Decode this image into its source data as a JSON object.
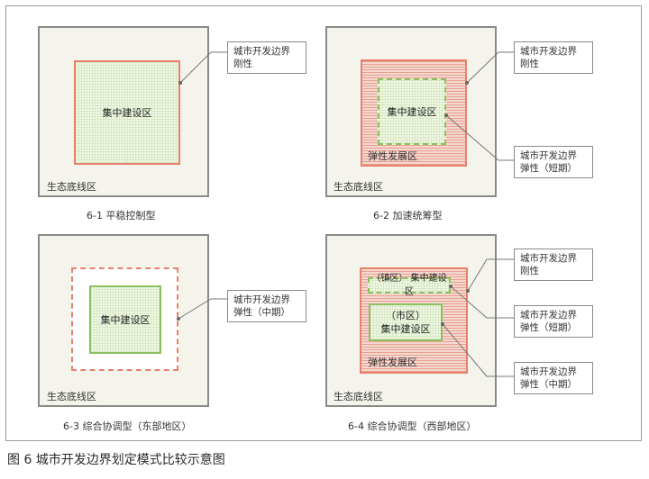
{
  "panels": {
    "p1": {
      "subtitle": "6-1 平稳控制型",
      "eco_label": "生态底线区",
      "core_label": "集中建设区",
      "callout_lines": [
        "城市开发边界",
        "刚性"
      ]
    },
    "p2": {
      "subtitle": "6-2 加速统筹型",
      "eco_label": "生态底线区",
      "core_label": "集中建设区",
      "elastic_label": "弹性发展区",
      "callout1_lines": [
        "城市开发边界",
        "刚性"
      ],
      "callout2_lines": [
        "城市开发边界",
        "弹性（短期）"
      ]
    },
    "p3": {
      "subtitle": "6-3 综合协调型（东部地区）",
      "eco_label": "生态底线区",
      "core_label": "集中建设区",
      "callout_lines": [
        "城市开发边界",
        "弹性（中期）"
      ]
    },
    "p4": {
      "subtitle": "6-4 综合协调型（西部地区）",
      "eco_label": "生态底线区",
      "town_label": "（镇区） 集中建设区",
      "city_core_lines": [
        "（市区）",
        "集中建设区"
      ],
      "elastic_label": "弹性发展区",
      "callout1_lines": [
        "城市开发边界",
        "刚性"
      ],
      "callout2_lines": [
        "城市开发边界",
        "弹性（短期）"
      ],
      "callout3_lines": [
        "城市开发边界",
        "弹性（中期）"
      ]
    }
  },
  "caption": "图 6  城市开发边界划定模式比较示意图",
  "colors": {
    "rigid_red": "#e8806c",
    "green_boundary": "#8cc060",
    "eco_bg": "#f5f4ec"
  }
}
